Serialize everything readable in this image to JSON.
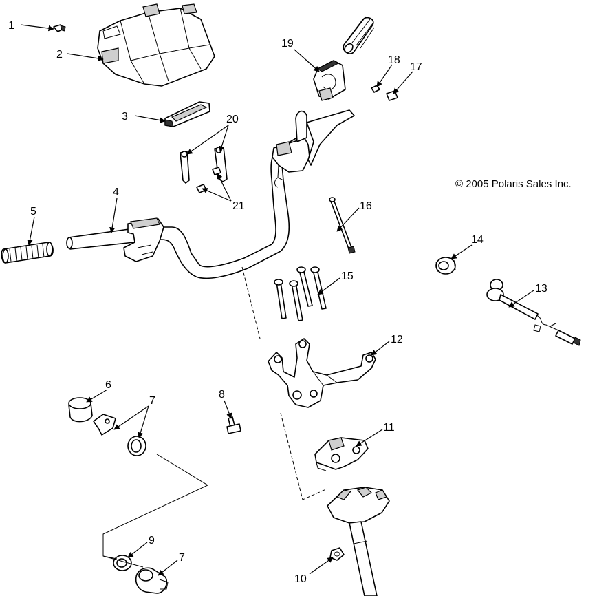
{
  "copyright": "© 2005 Polaris Sales Inc.",
  "callouts": [
    "1",
    "2",
    "3",
    "20",
    "19",
    "18",
    "17",
    "4",
    "5",
    "21",
    "16",
    "14",
    "15",
    "13",
    "12",
    "6",
    "7",
    "8",
    "11",
    "9",
    "7",
    "10"
  ]
}
